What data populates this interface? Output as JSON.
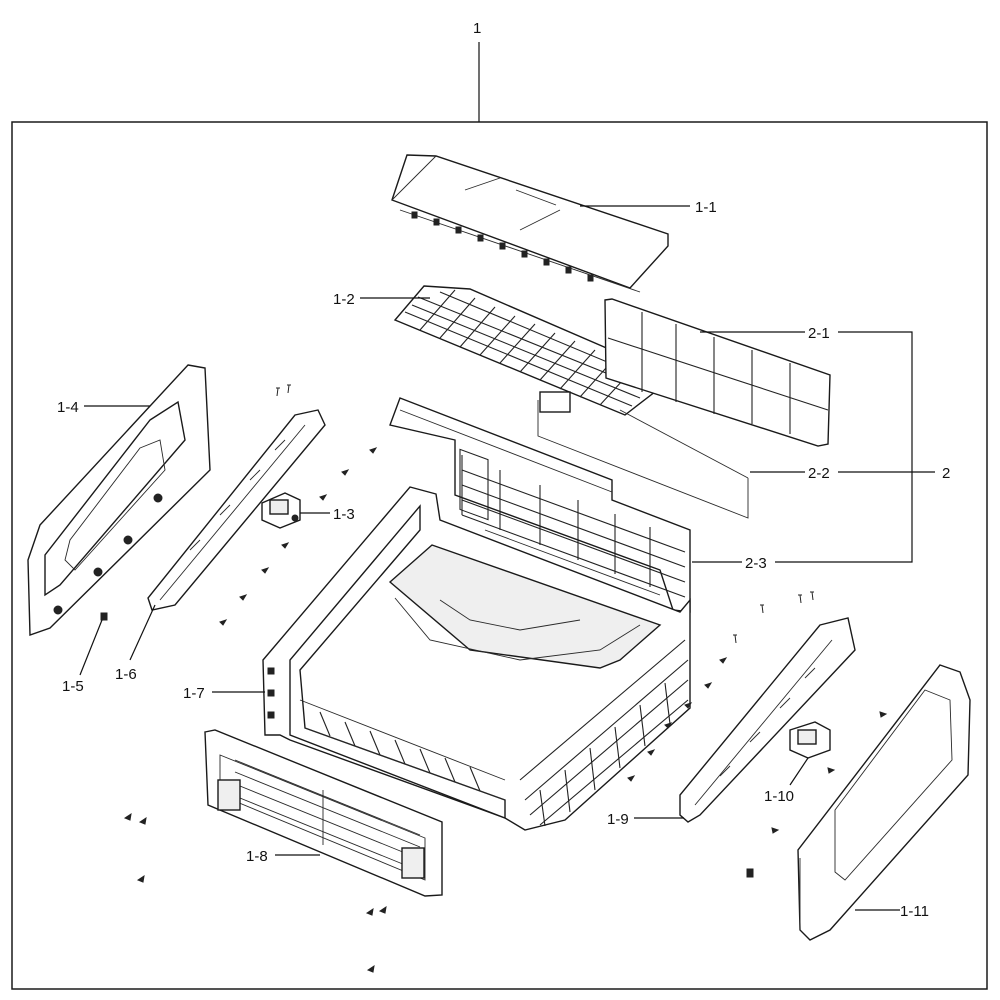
{
  "diagram": {
    "labels": {
      "l1": "1",
      "l1_1": "1-1",
      "l1_2": "1-2",
      "l1_3": "1-3",
      "l1_4": "1-4",
      "l1_5": "1-5",
      "l1_6": "1-6",
      "l1_7": "1-7",
      "l1_8": "1-8",
      "l1_9": "1-9",
      "l1_10": "1-10",
      "l1_11": "1-11",
      "l2": "2",
      "l2_1": "2-1",
      "l2_2": "2-2",
      "l2_3": "2-3"
    },
    "colors": {
      "line": "#1a1a1a",
      "background": "#ffffff",
      "shade": "#efefef"
    }
  }
}
